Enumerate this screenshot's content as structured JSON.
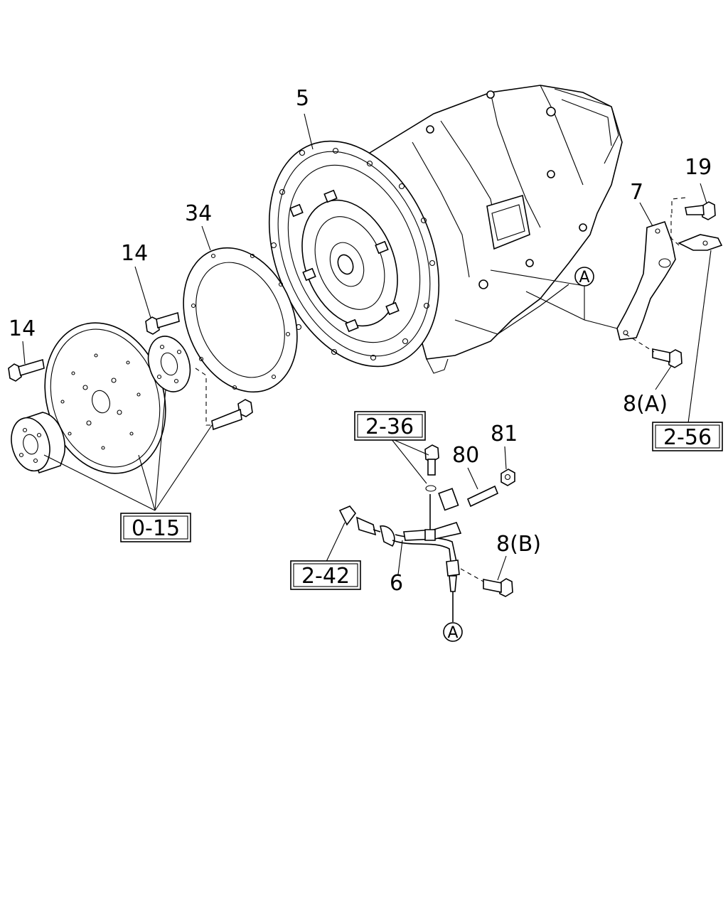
{
  "callouts": {
    "c5": "5",
    "c34": "34",
    "c14a": "14",
    "c14b": "14",
    "c19": "19",
    "c7": "7",
    "c8a": "8(A)",
    "c81": "81",
    "c80": "80",
    "c8b": "8(B)",
    "c6": "6"
  },
  "ref_boxes": {
    "r015": "0-15",
    "r236": "2-36",
    "r242": "2-42",
    "r256": "2-56"
  },
  "connectors": {
    "a_top": "A",
    "a_bottom": "A"
  }
}
